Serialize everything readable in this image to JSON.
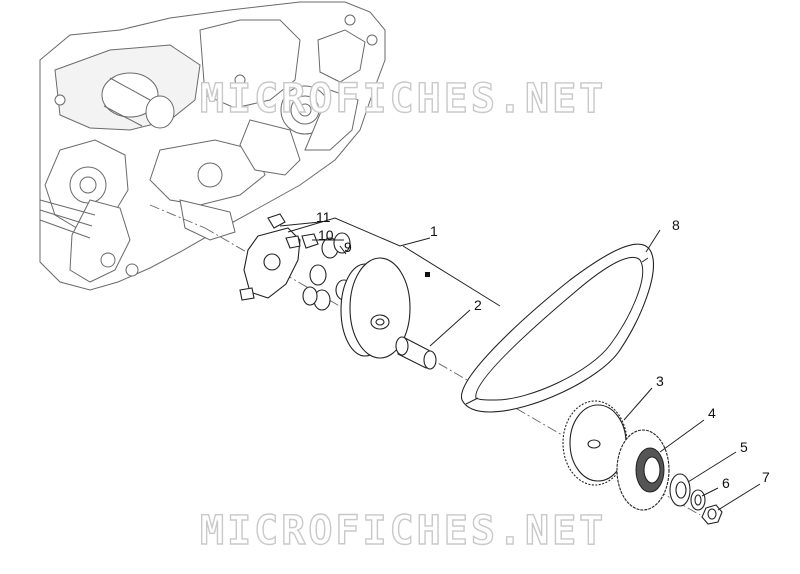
{
  "watermark_top": "MICROFICHES.NET",
  "watermark_bottom": "MICROFICHES.NET",
  "callouts": {
    "n1": "1",
    "n2": "2",
    "n3": "3",
    "n4": "4",
    "n5": "5",
    "n6": "6",
    "n7": "7",
    "n8": "8",
    "n9": "9",
    "n10": "10",
    "n11": "11"
  }
}
